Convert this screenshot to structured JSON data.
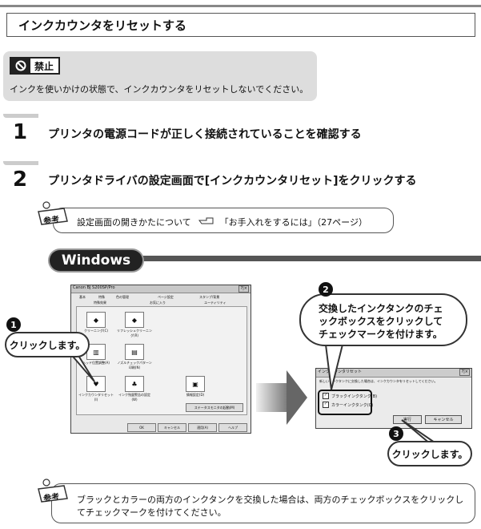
{
  "header": {
    "title": "インクカウンタをリセットする"
  },
  "prohibition": {
    "badge_label": "禁止",
    "text": "インクを使いかけの状態で、インクカウンタをリセットしないでください。"
  },
  "steps": [
    {
      "number": "1",
      "text": "プリンタの電源コードが正しく接続されていることを確認する"
    },
    {
      "number": "2",
      "text": "プリンタドライバの設定画面で[インクカウンタリセット]をクリックする"
    }
  ],
  "reference_top": {
    "badge": "参考",
    "text": "設定画面の開きかたについて",
    "link": "「お手入れをするには」（27ページ）"
  },
  "windows_label": "Windows",
  "printer_window": {
    "title": "Canon BJ S200SP/Pro",
    "tabs": [
      "基本",
      "特殊",
      "色の管理",
      "ページ設定",
      "スタンプ/背景",
      "特殊効果",
      "お気に入り",
      "ユーティリティ"
    ],
    "tiles": [
      "クリーニング(C)",
      "リフレッシュクリーニング(R)",
      "ヘッド位置調整(A)",
      "ノズルチェックパターン印刷(N)",
      "インクカウンタリセット(I)",
      "インク残量警告の設定(W)",
      "情報設定(D)"
    ],
    "status_button": "ステータスモニタの起動(M)",
    "buttons": [
      "OK",
      "キャンセル",
      "適用(A)",
      "ヘルプ"
    ]
  },
  "dialog": {
    "title": "インクカウンタリセット",
    "text": "新しいインクタンクに交換した場合は、インクカウンタをリセットしてください。",
    "checkboxes": [
      "ブラックインクタンク(B)",
      "カラーインクタンク(C)"
    ],
    "buttons": [
      "実行",
      "キャンセル"
    ]
  },
  "callouts": {
    "one_number": "1",
    "one_text": "クリックします。",
    "two_number": "2",
    "two_text": "交換したインクタンクのチェックボックスをクリックしてチェックマークを付けます。",
    "three_number": "3",
    "three_text": "クリックします。"
  },
  "reference_bottom": {
    "badge": "参考",
    "text": "ブラックとカラーの両方のインクタンクを交換した場合は、両方のチェックボックスをクリックしてチェックマークを付けてください。"
  }
}
